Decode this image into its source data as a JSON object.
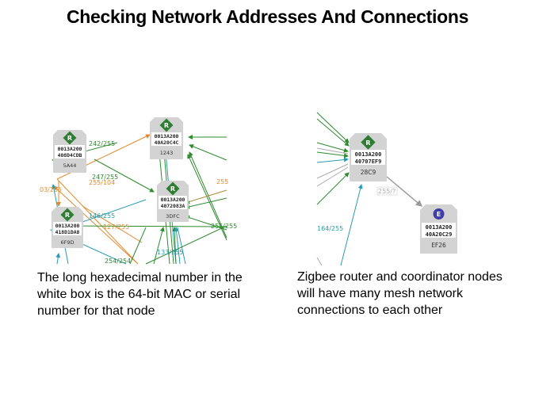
{
  "slide": {
    "title": "Checking Network Addresses And Connections"
  },
  "captions": {
    "left": "The long hexadecimal number in the white box is the 64-bit MAC or serial number for that node",
    "right": "Zigbee router and coordinator nodes will have many mesh network connections to each other"
  },
  "colors": {
    "router_badge": "#2e7d32",
    "end_device_badge": "#3f3fa8",
    "node_fill": "#d3d3d3",
    "edge_green": "#2e8b2e",
    "edge_orange": "#e08a2e",
    "edge_teal": "#2a9bb0",
    "edge_gray": "#aaaaaa"
  },
  "left_diagram": {
    "nodes": [
      {
        "type": "R",
        "mac_hi": "0013A200",
        "mac_lo": "408D4CDB",
        "id": "5A44"
      },
      {
        "type": "R",
        "mac_hi": "0013A200",
        "mac_lo": "40A20C4C",
        "id": "1243"
      },
      {
        "type": "R",
        "mac_hi": "0013A200",
        "mac_lo": "4072083A",
        "id": "3DFC"
      },
      {
        "type": "R",
        "mac_hi": "0013A200",
        "mac_lo": "418D1DA8",
        "id": "6F9D"
      }
    ],
    "edge_labels": [
      {
        "text": "242/255",
        "color": "green"
      },
      {
        "text": "247/255",
        "color": "green"
      },
      {
        "text": "255/104",
        "color": "orange"
      },
      {
        "text": "03/255",
        "color": "orange"
      },
      {
        "text": "255",
        "color": "orange"
      },
      {
        "text": "146/255",
        "color": "teal"
      },
      {
        "text": "127/255",
        "color": "orange"
      },
      {
        "text": "255/255",
        "color": "green"
      },
      {
        "text": "133/255",
        "color": "teal"
      },
      {
        "text": "254/254",
        "color": "green"
      }
    ]
  },
  "right_diagram": {
    "nodes": [
      {
        "type": "R",
        "mac_hi": "0013A200",
        "mac_lo": "40707EF9",
        "id": "28C9"
      },
      {
        "type": "E",
        "mac_hi": "0013A200",
        "mac_lo": "40A20C29",
        "id": "EF26"
      }
    ],
    "edge_labels": [
      {
        "text": "255/?",
        "color": "gray"
      },
      {
        "text": "164/255",
        "color": "teal"
      }
    ]
  }
}
